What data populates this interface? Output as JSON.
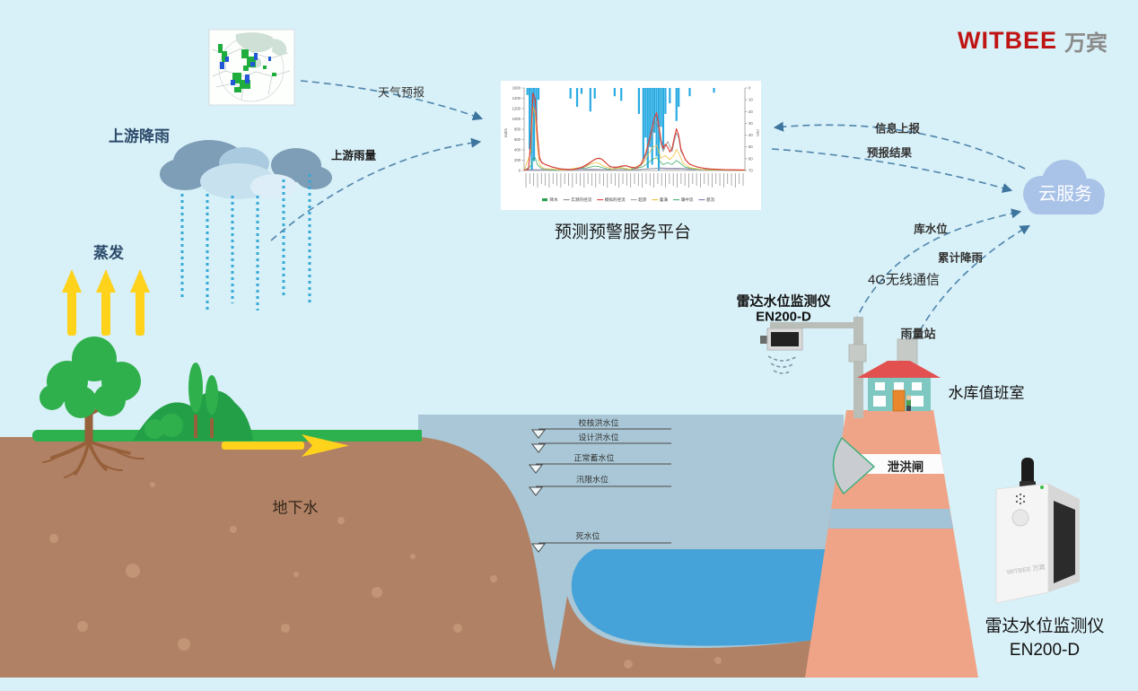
{
  "brand": {
    "logo_en": "WITBEE",
    "logo_cn": "万宾"
  },
  "labels": {
    "weather_forecast": "天气预报",
    "upstream_rainfall": "上游降雨",
    "upstream_rain_amount": "上游雨量",
    "evaporation": "蒸发",
    "groundwater": "地下水",
    "platform_caption": "预测预警服务平台",
    "cloud_service": "云服务",
    "info_report": "信息上报",
    "forecast_result": "预报结果",
    "reservoir_level": "库水位",
    "cumulative_rain": "累计降雨",
    "wireless": "4G无线通信",
    "rain_station": "雨量站",
    "radar_monitor_line1": "雷达水位监测仪",
    "radar_monitor_line2": "EN200-D",
    "duty_room": "水库值班室",
    "flood_gate": "泄洪闸",
    "device_caption_line1": "雷达水位监测仪",
    "device_caption_line2": "EN200-D",
    "device_brand": "WITBEE 万宾"
  },
  "water_levels": [
    "校核洪水位",
    "设计洪水位",
    "正常蓄水位",
    "汛限水位",
    "死水位"
  ],
  "chart_data": {
    "type": "line",
    "title": "",
    "ylabel_left": "m3/s",
    "ylabel_right": "mm",
    "ylim_left": [
      0,
      1600
    ],
    "ylim_right": [
      0,
      70
    ],
    "left_ticks": [
      0,
      200,
      400,
      600,
      800,
      1000,
      1200,
      1400,
      1600
    ],
    "right_ticks": [
      0,
      10,
      20,
      30,
      40,
      50,
      60,
      70
    ],
    "rain": {
      "name": "降水",
      "color": "#29abe2",
      "points": [
        [
          1.5,
          6
        ],
        [
          2.5,
          52
        ],
        [
          3.5,
          70
        ],
        [
          4.5,
          62
        ],
        [
          5.5,
          28
        ],
        [
          6.5,
          10
        ],
        [
          21,
          9
        ],
        [
          24,
          16
        ],
        [
          26,
          5
        ],
        [
          30,
          20
        ],
        [
          32,
          9
        ],
        [
          41,
          7
        ],
        [
          44,
          11
        ],
        [
          52,
          22
        ],
        [
          54,
          60
        ],
        [
          55,
          42
        ],
        [
          56,
          68
        ],
        [
          57,
          50
        ],
        [
          58,
          65
        ],
        [
          59,
          38
        ],
        [
          60,
          58
        ],
        [
          61,
          70
        ],
        [
          62,
          33
        ],
        [
          63,
          52
        ],
        [
          64,
          22
        ],
        [
          66,
          13
        ],
        [
          69,
          28
        ],
        [
          70,
          16
        ],
        [
          75,
          7
        ],
        [
          86,
          4
        ]
      ]
    },
    "series": [
      {
        "name": "基流",
        "color": "#8379b0",
        "points": [
          [
            0,
            14
          ],
          [
            10,
            18
          ],
          [
            20,
            14
          ],
          [
            30,
            24
          ],
          [
            40,
            18
          ],
          [
            50,
            14
          ],
          [
            58,
            35
          ],
          [
            62,
            48
          ],
          [
            66,
            44
          ],
          [
            70,
            42
          ],
          [
            78,
            24
          ],
          [
            88,
            14
          ],
          [
            100,
            11
          ]
        ]
      },
      {
        "name": "超渗",
        "color": "#a0a6ab",
        "points": [
          [
            0,
            4
          ],
          [
            15,
            4
          ],
          [
            28,
            10
          ],
          [
            35,
            12
          ],
          [
            45,
            6
          ],
          [
            55,
            30
          ],
          [
            60,
            45
          ],
          [
            65,
            25
          ],
          [
            70,
            30
          ],
          [
            78,
            8
          ],
          [
            100,
            4
          ]
        ]
      },
      {
        "name": "壤中流",
        "color": "#43b06e",
        "points": [
          [
            0,
            3
          ],
          [
            3,
            80
          ],
          [
            4,
            230
          ],
          [
            5,
            250
          ],
          [
            6,
            110
          ],
          [
            8,
            36
          ],
          [
            14,
            13
          ],
          [
            28,
            45
          ],
          [
            32,
            85
          ],
          [
            34,
            75
          ],
          [
            38,
            26
          ],
          [
            44,
            46
          ],
          [
            48,
            18
          ],
          [
            54,
            75
          ],
          [
            56,
            145
          ],
          [
            58,
            210
          ],
          [
            60,
            250
          ],
          [
            61,
            195
          ],
          [
            63,
            115
          ],
          [
            65,
            155
          ],
          [
            67,
            115
          ],
          [
            69,
            195
          ],
          [
            70,
            165
          ],
          [
            73,
            65
          ],
          [
            77,
            28
          ],
          [
            84,
            9
          ],
          [
            100,
            3
          ]
        ]
      },
      {
        "name": "蓄满",
        "color": "#f0c23c",
        "points": [
          [
            0,
            4
          ],
          [
            3,
            350
          ],
          [
            4,
            1230
          ],
          [
            5,
            1100
          ],
          [
            6,
            420
          ],
          [
            7,
            110
          ],
          [
            9,
            38
          ],
          [
            18,
            10
          ],
          [
            28,
            75
          ],
          [
            31,
            140
          ],
          [
            33,
            155
          ],
          [
            36,
            85
          ],
          [
            40,
            26
          ],
          [
            44,
            55
          ],
          [
            48,
            22
          ],
          [
            54,
            140
          ],
          [
            56,
            290
          ],
          [
            58,
            440
          ],
          [
            60,
            490
          ],
          [
            61,
            370
          ],
          [
            62,
            240
          ],
          [
            64,
            290
          ],
          [
            66,
            210
          ],
          [
            68,
            310
          ],
          [
            69,
            410
          ],
          [
            70,
            340
          ],
          [
            72,
            145
          ],
          [
            75,
            55
          ],
          [
            81,
            18
          ],
          [
            100,
            4
          ]
        ]
      },
      {
        "name": "实测的径流",
        "color": "#8f8f8f",
        "points": [
          [
            0,
            6
          ],
          [
            2,
            25
          ],
          [
            3,
            500
          ],
          [
            4,
            1380
          ],
          [
            5,
            1300
          ],
          [
            6,
            620
          ],
          [
            7,
            210
          ],
          [
            9,
            130
          ],
          [
            12,
            80
          ],
          [
            16,
            38
          ],
          [
            22,
            15
          ],
          [
            27,
            55
          ],
          [
            30,
            150
          ],
          [
            32,
            220
          ],
          [
            34,
            245
          ],
          [
            36,
            195
          ],
          [
            38,
            105
          ],
          [
            41,
            48
          ],
          [
            44,
            75
          ],
          [
            46,
            88
          ],
          [
            49,
            48
          ],
          [
            53,
            95
          ],
          [
            55,
            270
          ],
          [
            57,
            540
          ],
          [
            59,
            880
          ],
          [
            60,
            960
          ],
          [
            61,
            770
          ],
          [
            62,
            510
          ],
          [
            63,
            370
          ],
          [
            65,
            560
          ],
          [
            66,
            470
          ],
          [
            67,
            370
          ],
          [
            68,
            560
          ],
          [
            69,
            730
          ],
          [
            70,
            630
          ],
          [
            71,
            370
          ],
          [
            74,
            155
          ],
          [
            77,
            85
          ],
          [
            82,
            38
          ],
          [
            89,
            18
          ],
          [
            100,
            7
          ]
        ]
      },
      {
        "name": "模拟的径流",
        "color": "#e23b32",
        "points": [
          [
            0,
            8
          ],
          [
            2,
            30
          ],
          [
            3,
            600
          ],
          [
            4,
            1500
          ],
          [
            5,
            1380
          ],
          [
            6,
            700
          ],
          [
            7,
            250
          ],
          [
            8,
            150
          ],
          [
            10,
            110
          ],
          [
            13,
            60
          ],
          [
            17,
            28
          ],
          [
            22,
            18
          ],
          [
            26,
            60
          ],
          [
            29,
            130
          ],
          [
            31,
            190
          ],
          [
            33,
            235
          ],
          [
            35,
            225
          ],
          [
            37,
            150
          ],
          [
            39,
            70
          ],
          [
            42,
            65
          ],
          [
            44,
            85
          ],
          [
            46,
            95
          ],
          [
            48,
            70
          ],
          [
            51,
            45
          ],
          [
            53,
            130
          ],
          [
            55,
            320
          ],
          [
            57,
            650
          ],
          [
            59,
            1020
          ],
          [
            60,
            1120
          ],
          [
            61,
            880
          ],
          [
            62,
            590
          ],
          [
            63,
            430
          ],
          [
            64,
            510
          ],
          [
            65,
            455
          ],
          [
            66,
            360
          ],
          [
            67,
            430
          ],
          [
            68,
            640
          ],
          [
            69,
            810
          ],
          [
            70,
            690
          ],
          [
            71,
            420
          ],
          [
            73,
            210
          ],
          [
            75,
            120
          ],
          [
            79,
            60
          ],
          [
            84,
            30
          ],
          [
            91,
            15
          ],
          [
            100,
            10
          ]
        ]
      }
    ],
    "legend": [
      {
        "label": "降水",
        "color": "#2e9e4f",
        "swatch": "box"
      },
      {
        "label": "实测的径流",
        "color": "#8f8f8f",
        "swatch": "line"
      },
      {
        "label": "模拟的径流",
        "color": "#e23b32",
        "swatch": "line"
      },
      {
        "label": "超渗",
        "color": "#a0a6ab",
        "swatch": "line"
      },
      {
        "label": "蓄满",
        "color": "#f0c23c",
        "swatch": "line"
      },
      {
        "label": "壤中流",
        "color": "#43b06e",
        "swatch": "line"
      },
      {
        "label": "基流",
        "color": "#8379b0",
        "swatch": "line"
      }
    ],
    "legend_position": "bottom",
    "grid": false
  },
  "colors": {
    "background": "#d8f0f7",
    "arrow_dash": "#4f85ad",
    "rain_dots": "#35aad6",
    "evaporation_arrow": "#ffd21c",
    "cloud_service_fill": "#a9c2e8",
    "dam": "#efa488",
    "soil": "#b08165",
    "grass": "#2cb14e",
    "water_light": "#a9c7d6",
    "water_deep": "#45a3d9"
  }
}
